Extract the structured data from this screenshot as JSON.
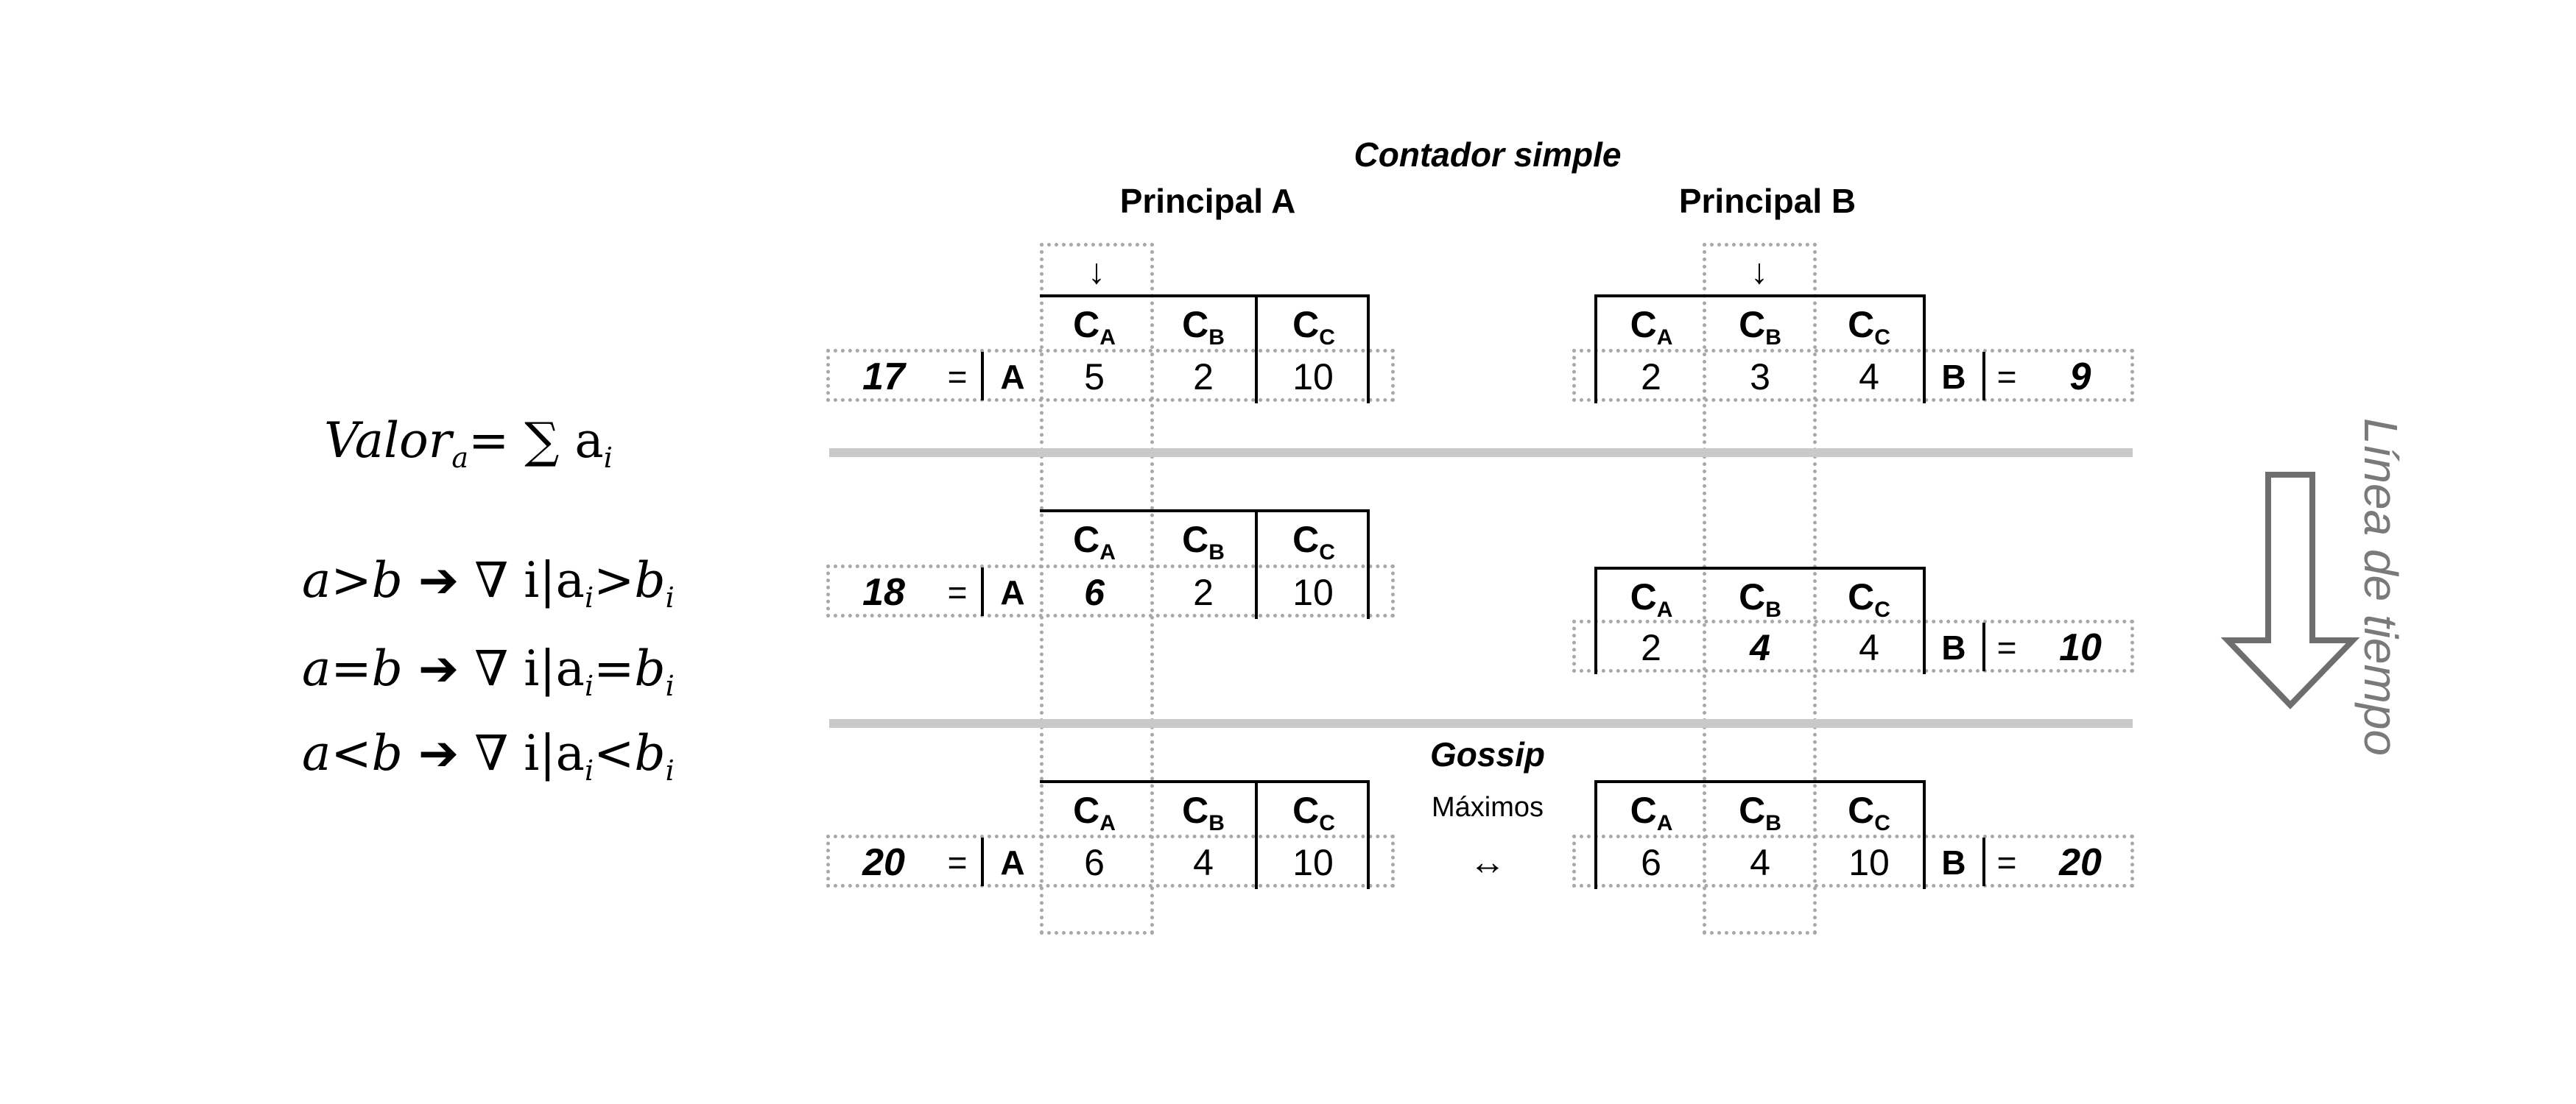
{
  "titles": {
    "contador": "Contador simple",
    "principal_a": "Principal A",
    "principal_b": "Principal B",
    "gossip": "Gossip",
    "maximos": "Máximos",
    "exchange_arrow": "↔",
    "down_arrow": "↓"
  },
  "timeline_label": "Línea de tiempo",
  "headers": {
    "c": "C",
    "subs": [
      "A",
      "B",
      "C"
    ]
  },
  "formulas": {
    "valor": {
      "name": "Valor",
      "sub": "a",
      "rhs": "= ∑ a",
      "rhs_sub": "i"
    },
    "gt": {
      "lhs": "a>b ",
      "arrow": "➔",
      "mid": "∇ i|a",
      "sub1": "i",
      "op": ">b",
      "sub2": "i"
    },
    "eq": {
      "lhs": "a=b ",
      "arrow": "➔",
      "mid": "∇ i|a",
      "sub1": "i",
      "op": "=b",
      "sub2": "i"
    },
    "lt": {
      "lhs": "a<b ",
      "arrow": "➔",
      "mid": "∇ i|a",
      "sub1": "i",
      "op": "<b",
      "sub2": "i"
    }
  },
  "rows": {
    "r1_a": {
      "total": "17",
      "eq": "=",
      "label": "A",
      "values": [
        "5",
        "2",
        "10"
      ]
    },
    "r1_b": {
      "total": "9",
      "eq": "=",
      "label": "B",
      "values": [
        "2",
        "3",
        "4"
      ]
    },
    "r2_a": {
      "total": "18",
      "eq": "=",
      "label": "A",
      "values": [
        "6",
        "2",
        "10"
      ]
    },
    "r2_b": {
      "total": "10",
      "eq": "=",
      "label": "B",
      "values": [
        "2",
        "4",
        "4"
      ]
    },
    "r3_a": {
      "total": "20",
      "eq": "=",
      "label": "A",
      "values": [
        "6",
        "4",
        "10"
      ]
    },
    "r3_b": {
      "total": "20",
      "eq": "=",
      "label": "B",
      "values": [
        "6",
        "4",
        "10"
      ]
    }
  },
  "colors": {
    "separator": "#c9c9c9",
    "hatch": "#a8a8a8",
    "timeline": "#6e6e6e"
  }
}
